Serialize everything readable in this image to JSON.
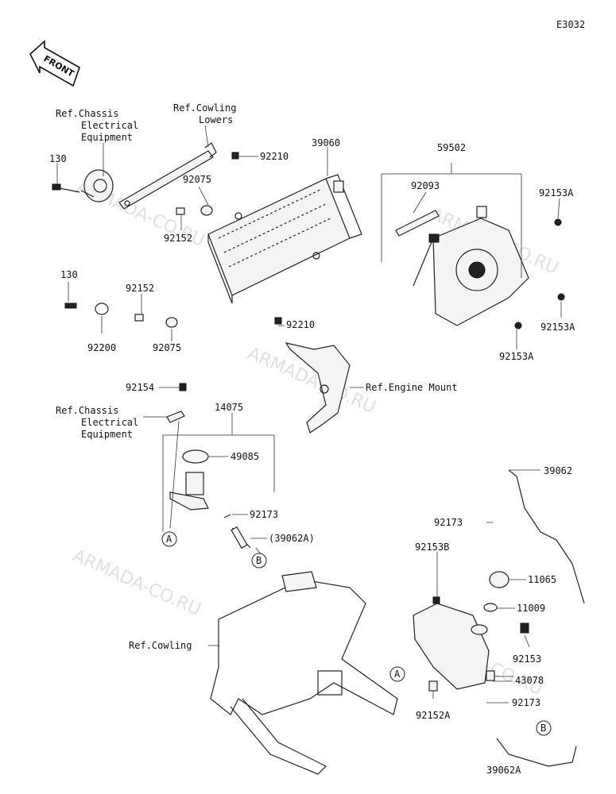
{
  "diagram_code": "E3032",
  "front_marker": "FRONT",
  "watermark": "ARMADA-CO.RU",
  "callouts": {
    "ref_chassis_1": [
      "Ref.Chassis",
      "Electrical",
      "Equipment"
    ],
    "ref_cowling_lowers": [
      "Ref.Cowling",
      "Lowers"
    ],
    "ref_chassis_2": [
      "Ref.Chassis",
      "Electrical",
      "Equipment"
    ],
    "ref_engine_mount": "Ref.Engine Mount",
    "ref_cowling": "Ref.Cowling",
    "p130a": "130",
    "p130b": "130",
    "p92210a": "92210",
    "p92210b": "92210",
    "p39060": "39060",
    "p59502": "59502",
    "p92075a": "92075",
    "p92075b": "92075",
    "p92152a": "92152",
    "p92152b": "92152",
    "p92093": "92093",
    "p92153A_1": "92153A",
    "p92153A_2": "92153A",
    "p92153A_3": "92153A",
    "p92200": "92200",
    "p92154": "92154",
    "p14075": "14075",
    "p49085": "49085",
    "p92173a": "92173",
    "p39062A": "(39062A)",
    "p39062": "39062",
    "p92173b": "92173",
    "p92153B": "92153B",
    "p11065": "11065",
    "p11009": "11009",
    "p92153": "92153",
    "p43078": "43078",
    "p92152A": "92152A",
    "p92173c": "92173",
    "p39062A_2": "39062A",
    "ref_A1": "A",
    "ref_B1": "B",
    "ref_A2": "A",
    "ref_B2": "B"
  }
}
